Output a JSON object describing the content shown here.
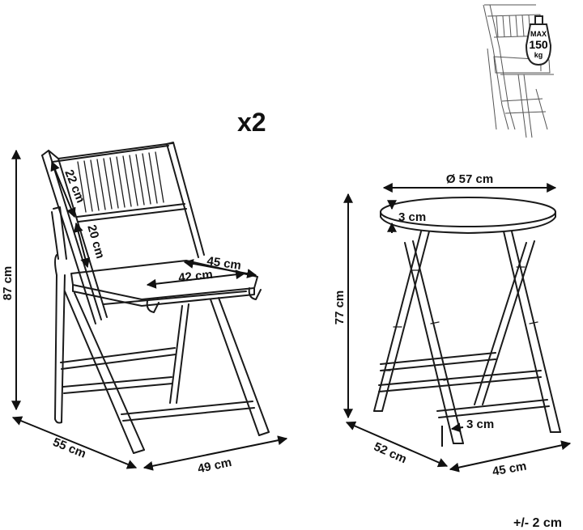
{
  "quantity": "x2",
  "tolerance": "+/- 2 cm",
  "weight_badge": {
    "top": "MAX",
    "value": "150",
    "unit": "kg"
  },
  "chair": {
    "height": "87 cm",
    "depth": "55 cm",
    "width": "49 cm",
    "backrest_height": "22 cm",
    "backrest_gap": "20 cm",
    "seat_depth": "45 cm",
    "seat_width": "42 cm"
  },
  "table": {
    "diameter": "Ø 57 cm",
    "top_thickness": "3 cm",
    "height": "77 cm",
    "leg_thickness": "3 cm",
    "depth": "52 cm",
    "width": "45 cm"
  }
}
